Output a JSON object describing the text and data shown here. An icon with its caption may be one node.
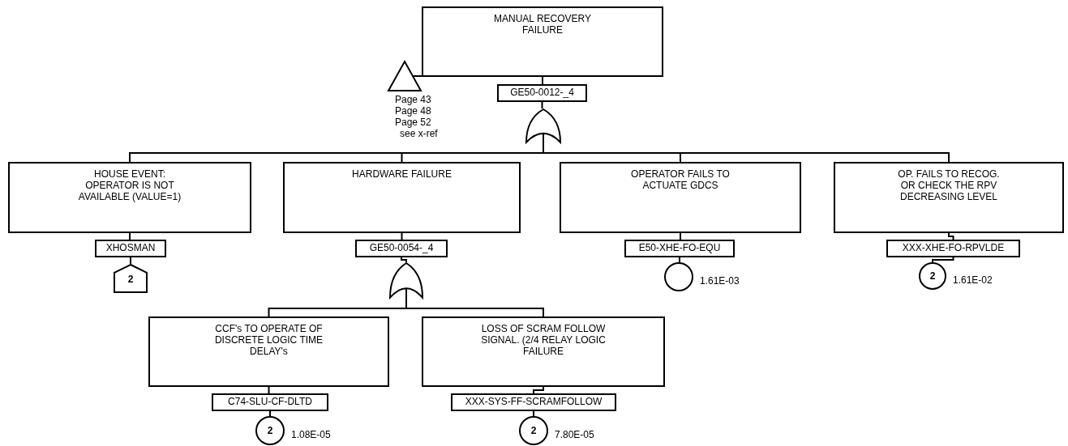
{
  "diagram": {
    "nodes": [
      {
        "text": [
          "MANUAL RECOVERY FAILURE"
        ]
      },
      {
        "text": [],
        "shape": "triangle",
        "beside": [
          "Page 43",
          "Page 48",
          "Page 52",
          "see x-ref"
        ]
      },
      {
        "text": [
          "GE50-0012-_4"
        ]
      },
      {
        "text": [],
        "shape": "gate"
      },
      {
        "text": [
          "HOUSE EVENT: OPERATOR IS NOT AVAILABLE (VALUE=1)"
        ]
      },
      {
        "text": [
          "HARDWARE FAILURE"
        ]
      },
      {
        "text": [
          "OPERATOR FAILS TO ACTUATE GDCS"
        ]
      },
      {
        "text": [
          "OP. FAILS TO RECOG. OR CHECK THE RPV DECREASING LEVEL"
        ]
      },
      {
        "text": [
          "XHOSMAN"
        ]
      },
      {
        "text": [
          "GE50-0054-_4"
        ]
      },
      {
        "text": [
          "E50-XHE-FO-EQU"
        ]
      },
      {
        "text": [
          "XXX-XHE-FO-RPVLDE"
        ]
      },
      {
        "text": [
          "2"
        ]
      },
      {
        "text": [],
        "shape": "gate"
      },
      {
        "text": [],
        "shape": "circle",
        "beside": [
          "1.61E-03"
        ]
      },
      {
        "text": [
          "2"
        ],
        "beside": [
          "1.61E-02"
        ]
      },
      {
        "text": [
          "CCF's TO OPERATE OF DISCRETE LOGIC TIME DELAY's"
        ]
      },
      {
        "text": [
          "LOSS OF SCRAM FOLLOW SIGNAL. (2/4 RELAY LOGIC FAILURE"
        ]
      },
      {
        "text": [
          "C74-SLU-CF-DLTD"
        ]
      },
      {
        "text": [
          "XXX-SYS-FF-SCRAMFOLLOW"
        ]
      },
      {
        "text": [
          "2"
        ],
        "beside": [
          "1.08E-05"
        ]
      },
      {
        "text": [
          "2"
        ],
        "beside": [
          "7.80E-05"
        ]
      }
    ],
    "edges": [
      {
        "from": 1,
        "to": 0,
        "arrow": "none"
      },
      {
        "from": 0,
        "to": 2,
        "arrow": "none"
      },
      {
        "from": 2,
        "to": 3,
        "arrow": "none"
      },
      {
        "from": 3,
        "to": 4,
        "arrow": "none"
      },
      {
        "from": 3,
        "to": 5,
        "arrow": "none"
      },
      {
        "from": 3,
        "to": 6,
        "arrow": "none"
      },
      {
        "from": 3,
        "to": 7,
        "arrow": "none"
      },
      {
        "from": 4,
        "to": 8,
        "arrow": "none"
      },
      {
        "from": 5,
        "to": 9,
        "arrow": "none"
      },
      {
        "from": 6,
        "to": 10,
        "arrow": "none"
      },
      {
        "from": 7,
        "to": 11,
        "arrow": "none"
      },
      {
        "from": 8,
        "to": 12,
        "arrow": "none"
      },
      {
        "from": 9,
        "to": 13,
        "arrow": "none"
      },
      {
        "from": 10,
        "to": 14,
        "arrow": "none"
      },
      {
        "from": 11,
        "to": 15,
        "arrow": "none"
      },
      {
        "from": 13,
        "to": 16,
        "arrow": "none"
      },
      {
        "from": 13,
        "to": 17,
        "arrow": "none"
      },
      {
        "from": 16,
        "to": 18,
        "arrow": "none"
      },
      {
        "from": 17,
        "to": 19,
        "arrow": "none"
      },
      {
        "from": 18,
        "to": 20,
        "arrow": "none"
      },
      {
        "from": 19,
        "to": 21,
        "arrow": "none"
      }
    ]
  }
}
